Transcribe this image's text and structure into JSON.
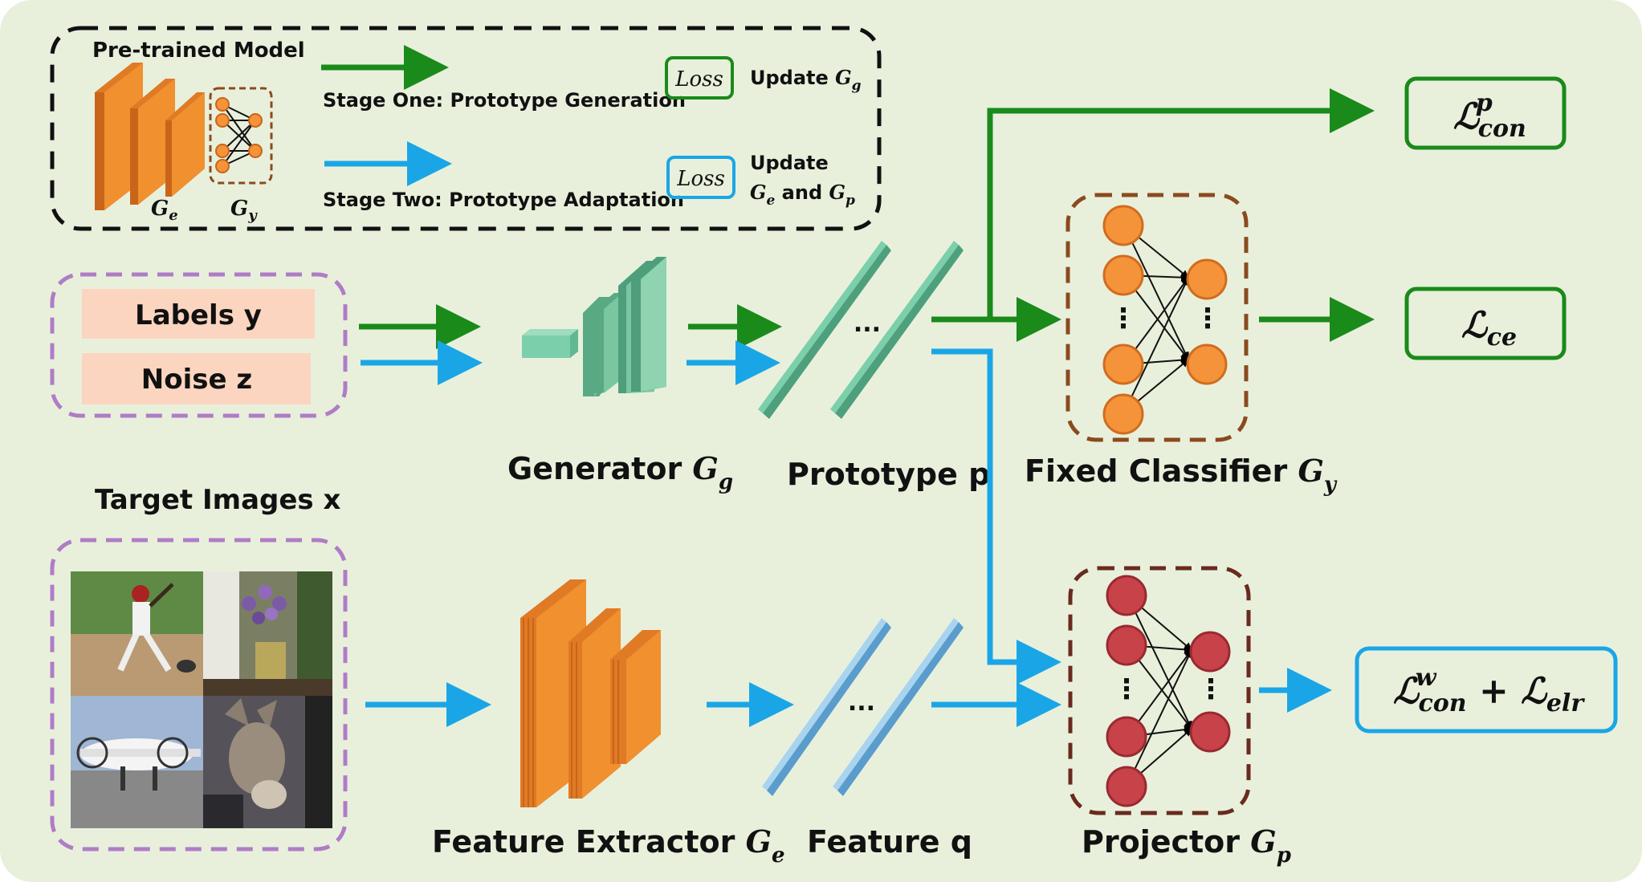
{
  "legend": {
    "title": "Pre-trained Model",
    "ge_label": "G",
    "ge_sub": "e",
    "gy_label": "G",
    "gy_sub": "y",
    "stage_one": "Stage One: Prototype Generation",
    "stage_two": "Stage Two: Prototype Adaptation",
    "loss": "Loss",
    "update_one": "Update ",
    "update_one_var": "G",
    "update_one_sub": "g",
    "update_two_line1": "Update",
    "update_two_var1": "G",
    "update_two_sub1": "e",
    "update_two_and": " and ",
    "update_two_var2": "G",
    "update_two_sub2": "p"
  },
  "inputs": {
    "labels": "Labels y",
    "noise": "Noise z",
    "target_title": "Target Images x"
  },
  "modules": {
    "generator_text": "Generator ",
    "generator_var": "G",
    "generator_sub": "g",
    "prototype": "Prototype p",
    "classifier_text": "Fixed Classifier ",
    "classifier_var": "G",
    "classifier_sub": "y",
    "extractor_text": "Feature Extractor ",
    "extractor_var": "G",
    "extractor_sub": "e",
    "feature": "Feature q",
    "projector_text": "Projector ",
    "projector_var": "G",
    "projector_sub": "p",
    "dots": "...",
    "vdots": "⋮"
  },
  "losses": {
    "con_p_main": "ℒ",
    "con_p_sup": "p",
    "con_p_sub": "con",
    "ce_main": "ℒ",
    "ce_sub": "ce",
    "con_w_main": "ℒ",
    "con_w_sup": "w",
    "con_w_sub": "con",
    "plus": " + ",
    "elr_main": "ℒ",
    "elr_sub": "elr"
  },
  "colors": {
    "background": "#e8f0dc",
    "green": "#1a8a1a",
    "blue": "#1aa6e6",
    "orange": "#f5933a",
    "purple_dash": "#b07cc6",
    "brown_dash": "#8b4a1e",
    "peach": "#fbd5bf",
    "teal": "#6ec9a0",
    "red_node": "#c8424a"
  }
}
